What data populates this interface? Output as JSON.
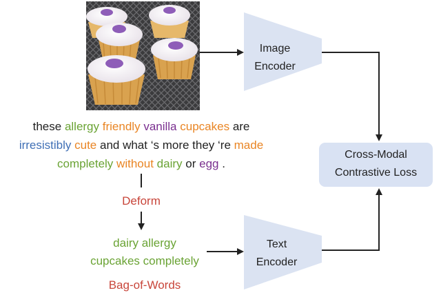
{
  "colors": {
    "green": "#6aa334",
    "orange": "#e98524",
    "purple": "#7a2f8f",
    "blue": "#3f6fb5",
    "red": "#c8453a",
    "black": "#222222",
    "encoder_fill": "#dbe3f2",
    "loss_fill": "#d9e2f3"
  },
  "image": {
    "subject": "cupcakes-with-purple-sprinkles"
  },
  "sentence": {
    "lines": [
      [
        {
          "text": "these",
          "color": "black"
        },
        {
          "text": "allergy",
          "color": "green"
        },
        {
          "text": "friendly",
          "color": "orange"
        },
        {
          "text": "vanilla",
          "color": "purple"
        },
        {
          "text": "cupcakes",
          "color": "orange"
        },
        {
          "text": "are",
          "color": "black"
        }
      ],
      [
        {
          "text": "irresistibly",
          "color": "blue"
        },
        {
          "text": "cute",
          "color": "orange"
        },
        {
          "text": "and what ‘s more they ‘re",
          "color": "black"
        },
        {
          "text": "made",
          "color": "orange"
        }
      ],
      [
        {
          "text": "completely",
          "color": "green"
        },
        {
          "text": "without",
          "color": "orange"
        },
        {
          "text": "dairy",
          "color": "green"
        },
        {
          "text": "or",
          "color": "black"
        },
        {
          "text": "egg",
          "color": "purple"
        },
        {
          "text": ".",
          "color": "black"
        }
      ]
    ]
  },
  "deform_label": "Deform",
  "bag_of_words": {
    "line1": "dairy allergy",
    "line2": "cupcakes completely",
    "caption": "Bag-of-Words"
  },
  "image_encoder": {
    "line1": "Image",
    "line2": "Encoder"
  },
  "text_encoder": {
    "line1": "Text",
    "line2": "Encoder"
  },
  "loss": {
    "line1": "Cross-Modal",
    "line2": "Contrastive Loss"
  }
}
